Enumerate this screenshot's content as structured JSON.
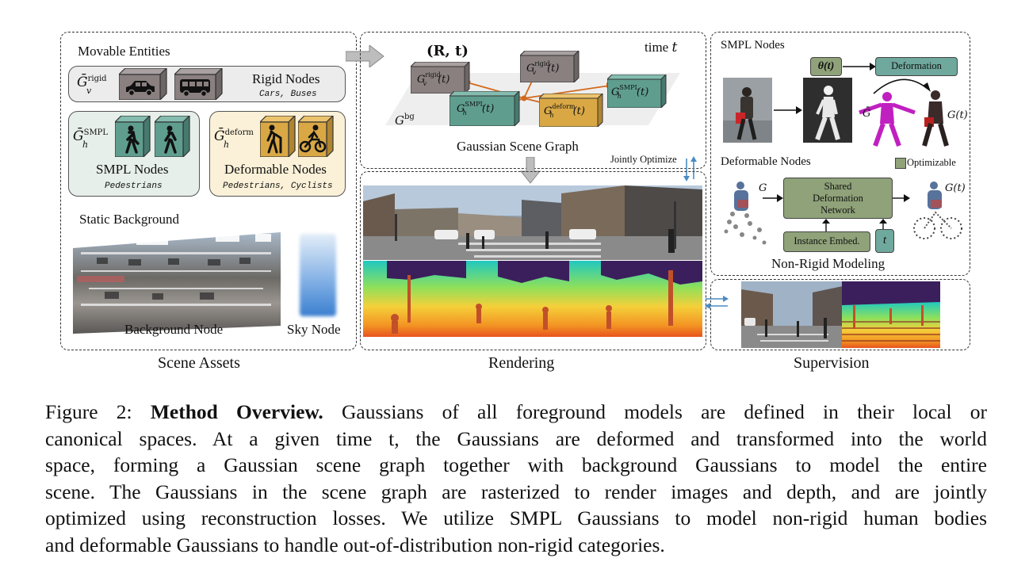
{
  "scene_assets": {
    "movable_entities_title": "Movable Entities",
    "rigid_symbol": "Ḡ",
    "rigid_sup": "rigid",
    "rigid_sub": "v",
    "rigid_nodes_label": "Rigid Nodes",
    "rigid_nodes_sub": "Cars, Buses",
    "smpl_symbol": "Ḡ",
    "smpl_sup": "SMPL",
    "smpl_sub": "h",
    "smpl_nodes_label": "SMPL Nodes",
    "smpl_nodes_sub": "Pedestrians",
    "deform_symbol": "Ḡ",
    "deform_sup": "deform",
    "deform_sub": "h",
    "deformable_nodes_label": "Deformable Nodes",
    "deformable_nodes_sub": "Pedestrians, Cyclists",
    "static_background_title": "Static Background",
    "background_node_label": "Background Node",
    "sky_node_label": "Sky Node",
    "section_label": "Scene Assets"
  },
  "rendering": {
    "rt_label": "(R, t)",
    "time_label": "time",
    "time_var": "t",
    "g_rigid_sym": "G",
    "g_rigid_sup": "rigid",
    "g_rigid_sub": "v",
    "g_rigid_arg": "(t)",
    "g_rigid2_arg": "(t)",
    "g_smpl_sym": "G",
    "g_smpl_sup": "SMPL",
    "g_smpl_sub": "h",
    "g_smpl_arg": "(t)",
    "g_smpl2_arg": "(t)",
    "g_deform_sym": "G",
    "g_deform_sup": "deform",
    "g_deform_sub": "h",
    "g_deform_arg": "(t)",
    "g_bg_sym": "G",
    "g_bg_sup": "bg",
    "scene_graph_label": "Gaussian Scene Graph",
    "jointly_optimize": "Jointly Optimize",
    "section_label": "Rendering"
  },
  "smpl_panel": {
    "title": "SMPL Nodes",
    "theta": "θ(t)",
    "deformation": "Deformation",
    "g_bar": "Ḡ",
    "g_t": "G(t)"
  },
  "deformable_panel": {
    "title": "Deformable Nodes",
    "optimizable": "Optimizable",
    "g_in": "G",
    "g_out": "G(t)",
    "network_line1": "Shared",
    "network_line2": "Deformation",
    "network_line3": "Network",
    "instance_embed": "Instance Embed.",
    "t_box": "t",
    "non_rigid": "Non-Rigid Modeling"
  },
  "supervision": {
    "section_label": "Supervision"
  },
  "caption": {
    "line1_prefix": "Figure 2:",
    "line1_bold": "Method Overview.",
    "line1_rest": "Gaussians of all foreground models are defined in their local or",
    "line2": "canonical spaces.  At a given time t, the Gaussians are deformed and transformed into the world",
    "line3": "space, forming a Gaussian scene graph together with background Gaussians to model the entire",
    "line4": "scene. The Gaussians in the scene graph are rasterized to render images and depth, and are jointly",
    "line5": "optimized using reconstruction losses. We utilize SMPL Gaussians to model non-rigid human bodies",
    "line6": "and deformable Gaussians to handle out-of-distribution non-rigid categories."
  },
  "colors": {
    "rigid_cube": "#8a8080",
    "smpl_cube": "#5f9e8f",
    "deform_cube": "#d9a845",
    "smpl_box_bg": "#e6efe9",
    "deform_box_bg": "#fbf1d8",
    "rigid_box_bg": "#ececec",
    "optimizable": "#8fa279",
    "arrow_orange": "#d2691e"
  }
}
